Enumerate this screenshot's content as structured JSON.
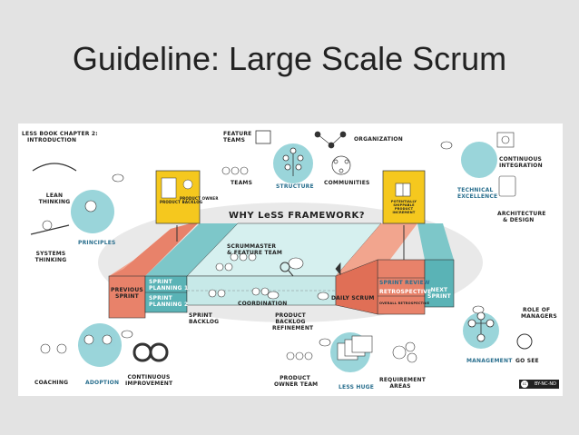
{
  "slide": {
    "title": "Guideline: Large Scale Scrum"
  },
  "poster": {
    "center_title": "WHY LeSS FRAMEWORK?",
    "license": "BY-NC-ND",
    "license_mark": "cc",
    "signpost_left": [
      "PRODUCT BACKLOG",
      "PRODUCT OWNER"
    ],
    "signpost_right": [
      "POTENTIALLY SHIPPABLE PRODUCT INCREMENT"
    ],
    "labels": {
      "less_book": [
        "LeSS BOOK CHAPTER 2:",
        "INTRODUCTION"
      ],
      "lean_thinking": [
        "LEAN",
        "THINKING"
      ],
      "systems_thinking": [
        "SYSTEMS",
        "THINKING"
      ],
      "principles": "PRINCIPLES",
      "feature_teams": [
        "FEATURE",
        "TEAMS"
      ],
      "teams": "TEAMS",
      "structure": "STRUCTURE",
      "communities": "COMMUNITIES",
      "organization": "ORGANIZATION",
      "continuous_integration": [
        "CONTINUOUS",
        "INTEGRATION"
      ],
      "technical_excellence": [
        "TECHNICAL",
        "EXCELLENCE"
      ],
      "architecture_design": [
        "ARCHITECTURE",
        "& DESIGN"
      ],
      "scrummaster": [
        "SCRUMMASTER",
        "& FEATURE TEAM"
      ],
      "previous_sprint": [
        "PREVIOUS",
        "SPRINT"
      ],
      "sprint_planning_1": [
        "SPRINT",
        "PLANNING 1"
      ],
      "sprint_planning_2": [
        "SPRINT",
        "PLANNING 2"
      ],
      "sprint_backlog": [
        "SPRINT",
        "BACKLOG"
      ],
      "coordination": "COORDINATION",
      "daily_scrum": "DAILY SCRUM",
      "product_backlog_refinement": [
        "PRODUCT",
        "BACKLOG",
        "REFINEMENT"
      ],
      "sprint_review": "SPRINT REVIEW",
      "retrospective": "RETROSPECTIVE",
      "overall_retrospective": "OVERALL RETROSPECTIVE",
      "next_sprint": [
        "NEXT",
        "SPRINT"
      ],
      "role_of_managers": [
        "ROLE OF",
        "MANAGERS"
      ],
      "management": "MANAGEMENT",
      "go_see": "GO SEE",
      "coaching": "COACHING",
      "adoption": "ADOPTION",
      "continuous_improvement": [
        "CONTINUOUS",
        "IMPROVEMENT"
      ],
      "product_owner_team": [
        "PRODUCT",
        "OWNER TEAM"
      ],
      "less_huge": "LeSS HUGE",
      "requirement_areas": [
        "REQUIREMENT",
        "AREAS"
      ]
    }
  }
}
